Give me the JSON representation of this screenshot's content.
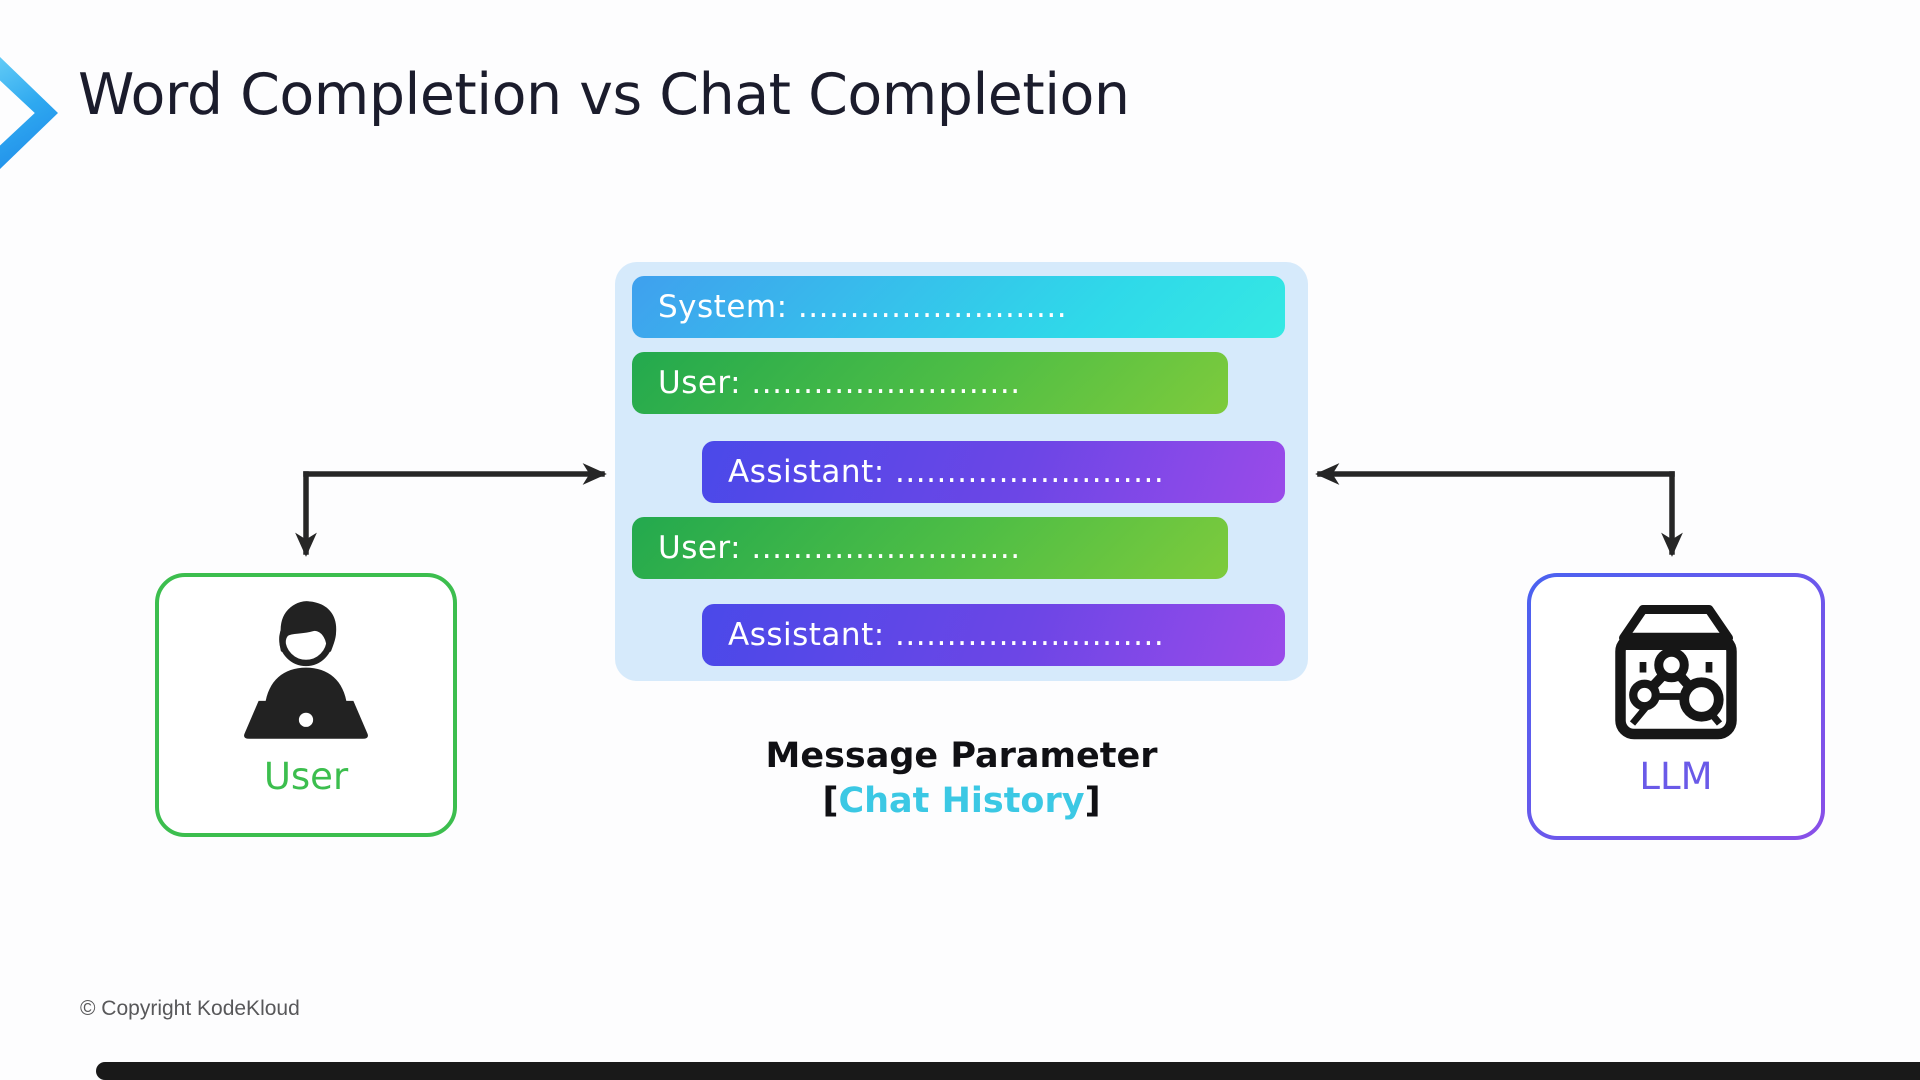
{
  "title": "Word Completion vs Chat Completion",
  "panel": {
    "rows": [
      {
        "role": "system",
        "label": "System: .........................."
      },
      {
        "role": "user",
        "label": "User: .........................."
      },
      {
        "role": "assistant",
        "label": "Assistant: .........................."
      },
      {
        "role": "user",
        "label": "User: .........................."
      },
      {
        "role": "assistant",
        "label": "Assistant: .........................."
      }
    ],
    "caption_line1": "Message Parameter",
    "caption_bracket_open": "[",
    "caption_highlight": "Chat History",
    "caption_bracket_close": "]"
  },
  "nodes": {
    "user_label": "User",
    "llm_label": "LLM"
  },
  "footer": {
    "copyright": "© Copyright KodeKloud"
  },
  "colors": {
    "title_text": "#1B1C2C",
    "chevron_gradient": [
      "#62CBF6",
      "#1C86E8"
    ],
    "panel_bg": "#D6EAFB",
    "system_row_gradient": [
      "#3FA0EE",
      "#35E9E3"
    ],
    "user_row_gradient": [
      "#23A94E",
      "#7ECB3C"
    ],
    "assistant_row_gradient": [
      "#4A49E9",
      "#9A4BE9"
    ],
    "row_text": "#FFFFFF",
    "chat_history_text": "#3BC8E4",
    "user_box_border": "#3CBE4E",
    "user_label_text": "#3CBE4E",
    "llm_box_border_gradient": [
      "#4A62F0",
      "#8A4FE8"
    ],
    "llm_label_text": "#6A5AE8",
    "arrow": "#262626",
    "copyright_text": "#58585A"
  }
}
